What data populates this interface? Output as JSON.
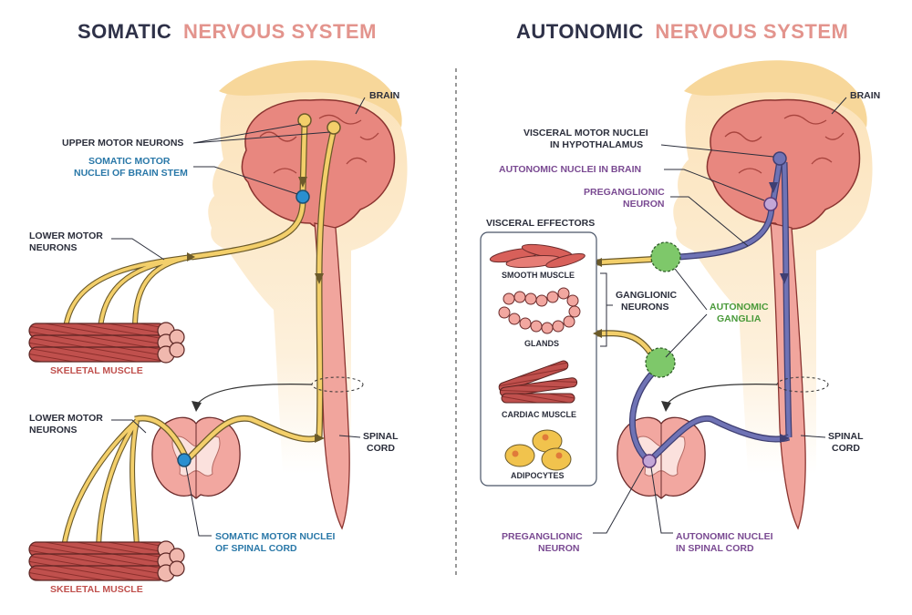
{
  "somatic": {
    "title_dark": "SOMATIC",
    "title_accent": "NERVOUS SYSTEM",
    "brain": "BRAIN",
    "upper_motor_neurons": "UPPER MOTOR NEURONS",
    "brainstem_nuclei_l1": "SOMATIC MOTOR",
    "brainstem_nuclei_l2": "NUCLEI OF BRAIN STEM",
    "lower_motor_top_l1": "LOWER MOTOR",
    "lower_motor_top_l2": "NEURONS",
    "skeletal_muscle_top": "SKELETAL MUSCLE",
    "lower_motor_bottom_l1": "LOWER MOTOR",
    "lower_motor_bottom_l2": "NEURONS",
    "spinal_cord_l1": "SPINAL",
    "spinal_cord_l2": "CORD",
    "spinal_nuclei_l1": "SOMATIC MOTOR NUCLEI",
    "spinal_nuclei_l2": "OF SPINAL CORD",
    "skeletal_muscle_bottom": "SKELETAL MUSCLE"
  },
  "autonomic": {
    "title_dark": "AUTONOMIC",
    "title_accent": "NERVOUS SYSTEM",
    "brain": "BRAIN",
    "visceral_nuclei_l1": "VISCERAL MOTOR NUCLEI",
    "visceral_nuclei_l2": "IN HYPOTHALAMUS",
    "autonomic_nuclei_brain": "AUTONOMIC NUCLEI IN BRAIN",
    "preganglionic_top_l1": "PREGANGLIONIC",
    "preganglionic_top_l2": "NEURON",
    "visceral_effectors": "VISCERAL EFFECTORS",
    "smooth_muscle": "SMOOTH MUSCLE",
    "glands": "GLANDS",
    "cardiac_muscle": "CARDIAC MUSCLE",
    "adipocytes": "ADIPOCYTES",
    "ganglionic_l1": "GANGLIONIC",
    "ganglionic_l2": "NEURONS",
    "ganglia_l1": "AUTONOMIC",
    "ganglia_l2": "GANGLIA",
    "spinal_cord_l1": "SPINAL",
    "spinal_cord_l2": "CORD",
    "preganglionic_bottom_l1": "PREGANGLIONIC",
    "preganglionic_bottom_l2": "NEURON",
    "spinal_nuclei_l1": "AUTONOMIC NUCLEI",
    "spinal_nuclei_l2": "IN SPINAL CORD"
  },
  "colors": {
    "dark": "#2e3148",
    "accent": "#e3948d",
    "somatic_blue": "#2a78a8",
    "autonomic_purple": "#7a4a92",
    "ganglia_green": "#4a9a3a",
    "neuron_yellow": "#f3cf6a",
    "neuron_purple": "#6f73b5",
    "muscle_red": "#c0504d"
  }
}
